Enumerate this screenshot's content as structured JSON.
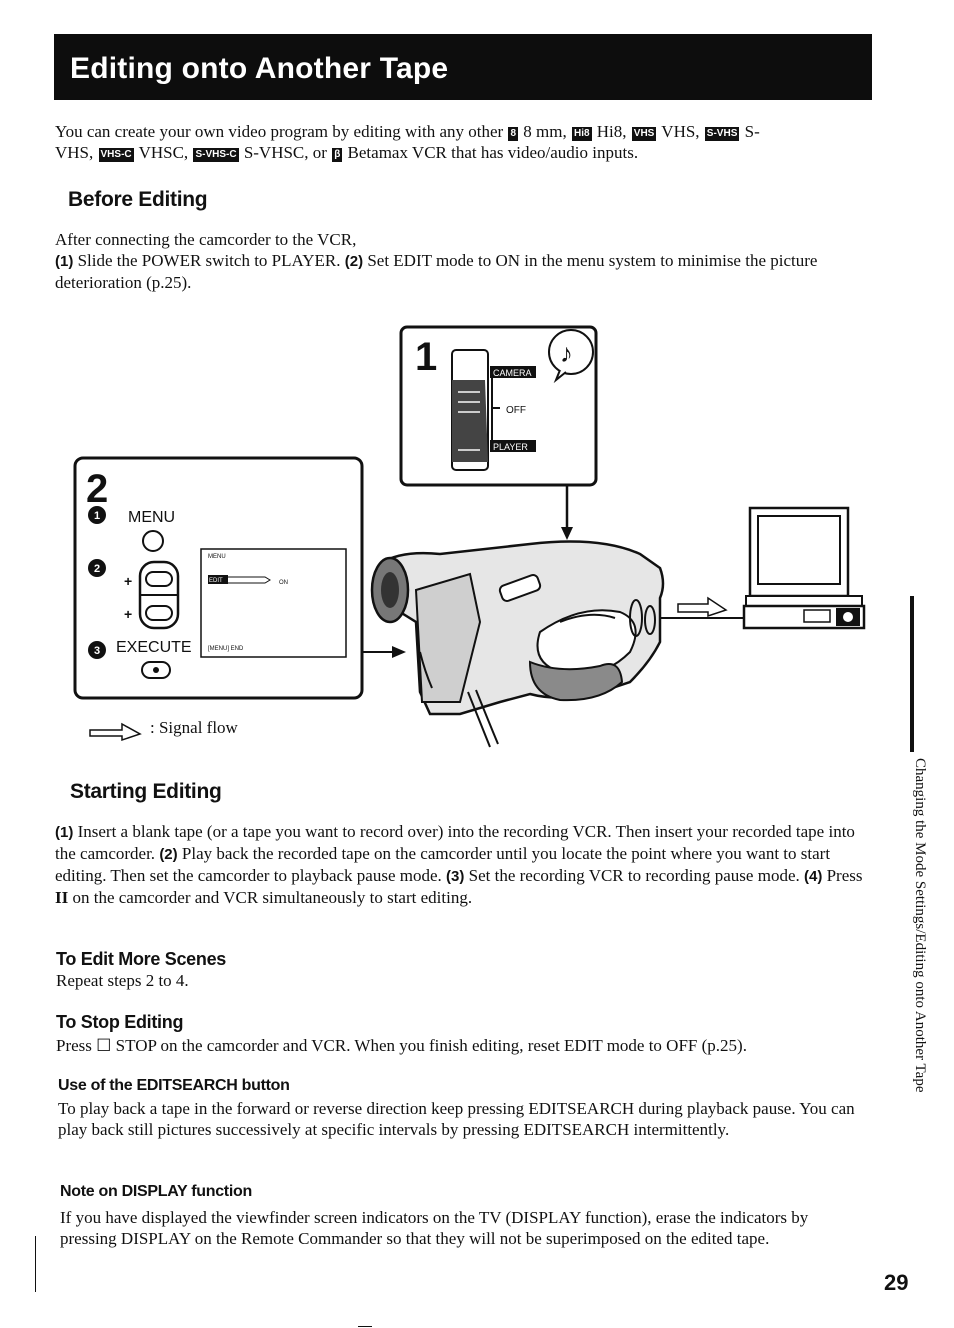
{
  "title": "Editing onto Another Tape",
  "intro": {
    "p1": "You can create your own video program by editing with any other",
    "f8mm": "8",
    "t8mm": " 8 mm, ",
    "fhi8": "Hi8",
    "thi8": " Hi8, ",
    "fvhs": "VHS",
    "tvhs": " VHS, ",
    "fsvhs": "S-VHS",
    "tsvhs": " S-",
    "tsvhs2": "VHS, ",
    "fvhsc": "VHS-C",
    "tvhsc": " VHSC, ",
    "fsvhsc": "S-VHS-C",
    "tsvhsc": " S-VHSC, or ",
    "fbeta": "β",
    "tbeta": " Betamax VCR that has video/audio inputs."
  },
  "before": {
    "heading": "Before Editing",
    "line1": "After connecting the camcorder to the VCR,",
    "n1": "(1)",
    "s1": " Slide the POWER switch to PLAYER. ",
    "n2": "(2)",
    "s2": " Set EDIT mode to ON in the menu system to minimise the picture deterioration (p.25)."
  },
  "figure1": {
    "step": "1",
    "camera": "CAMERA",
    "off": "OFF",
    "player": "PLAYER"
  },
  "figure2": {
    "step": "2",
    "menu": "MENU",
    "execute": "EXECUTE",
    "screen_menu": "MENU",
    "screen_edit": "EDIT",
    "screen_on": "ON",
    "screen_end": "[MENU] END"
  },
  "legend": {
    "signal_flow": ": Signal flow"
  },
  "starting": {
    "heading": "Starting Editing",
    "n1": "(1)",
    "s1": " Insert a blank tape (or a tape you want to record over) into the recording VCR. Then insert your recorded tape into the camcorder. ",
    "n2": "(2)",
    "s2": " Play back the recorded tape on the camcorder until you locate the point where you want to start editing. Then set the camcorder to playback pause mode. ",
    "n3": "(3)",
    "s3": " Set the recording VCR to recording pause mode. ",
    "n4": "(4)",
    "s4a": " Press ",
    "pause": "II",
    "s4b": " on the camcorder and VCR simultaneously to start editing."
  },
  "more": {
    "heading": "To Edit More Scenes",
    "body": "Repeat steps 2 to 4."
  },
  "stop": {
    "heading": "To Stop Editing",
    "body_a": "Press ",
    "stop_icon": "☐",
    "body_b": " STOP on the camcorder and VCR. When you finish editing, reset EDIT mode to OFF (p.25)."
  },
  "editsearch": {
    "heading": "Use of the EDITSEARCH button",
    "body": "To play back a tape in the forward or reverse direction keep pressing EDITSEARCH during playback pause. You can play back still pictures successively at specific intervals by pressing EDITSEARCH intermittently."
  },
  "display": {
    "heading": "Note on DISPLAY function",
    "body": "If you have displayed the viewfinder screen indicators on the TV (DISPLAY function), erase the indicators by pressing DISPLAY on the Remote Commander so that they will not be superimposed on the edited tape."
  },
  "side_tab": "Changing the Mode Settings/Editing onto Another Tape",
  "page_number": "29"
}
